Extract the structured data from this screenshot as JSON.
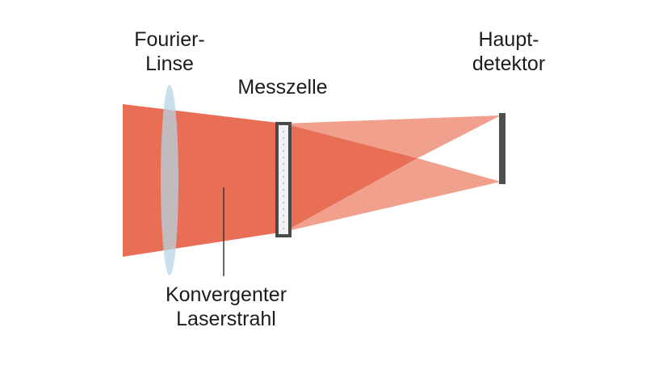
{
  "labels": {
    "lens": [
      "Fourier-",
      "Linse"
    ],
    "cell": "Messzelle",
    "detector": [
      "Haupt-",
      "detektor"
    ],
    "beam": [
      "Konvergenter",
      "Laserstrahl"
    ]
  },
  "colors": {
    "beam_main": "#e86e56",
    "beam_scatter": "#f0a08c",
    "lens": "#b7d4e2",
    "cell_frame": "#4a4a4a",
    "detector": "#4f4f4f",
    "text": "#1c1c1c"
  }
}
